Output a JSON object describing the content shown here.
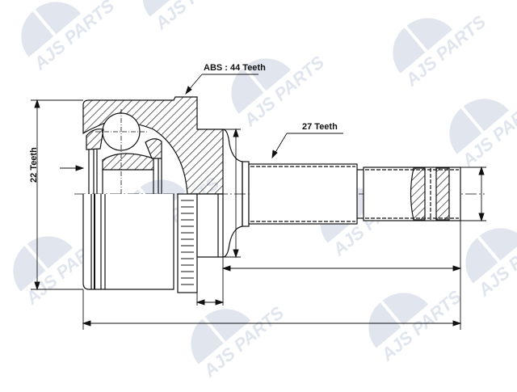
{
  "diagram": {
    "subject": "CV joint (outer) technical drawing",
    "labels": {
      "abs_teeth": "ABS : 44 Teeth",
      "shaft_teeth": "27 Teeth",
      "inner_teeth": "22 Teeth"
    },
    "watermark": {
      "brand": "AJS",
      "sub": "PARTS",
      "color": "#dde3ec"
    },
    "colors": {
      "line": "#111111",
      "background": "#ffffff"
    }
  }
}
